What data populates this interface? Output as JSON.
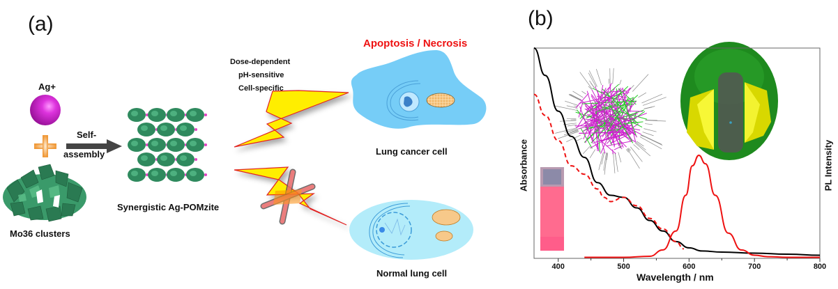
{
  "panel_a": {
    "label": "(a)",
    "ag_label": "Ag+",
    "self_assembly_line1": "Self-",
    "self_assembly_line2": "assembly",
    "mo36_label": "Mo36 clusters",
    "pomzite_label": "Synergistic Ag-POMzite",
    "properties": [
      "Dose-dependent",
      "pH-sensitive",
      "Cell-specific"
    ],
    "outcome_label": "Apoptosis / Necrosis",
    "cancer_cell_label": "Lung cancer cell",
    "normal_cell_label": "Normal lung cell",
    "colors": {
      "ag_sphere": "#cc22cc",
      "plus": "#f0a040",
      "cluster_green": "#3a9a6a",
      "bolt_yellow": "#ffee00",
      "bolt_edge": "#e02020",
      "cancer_cell": "#76cdf7",
      "normal_cell": "#b3ecfa",
      "mitochondria": "#f0b060",
      "outcome_red": "#ee1111",
      "cross": "#e06060"
    }
  },
  "panel_b": {
    "label": "(b)",
    "chart_data": {
      "type": "line",
      "title": "",
      "xlabel": "Wavelength / nm",
      "ylabel_left": "Absorbance",
      "ylabel_right": "PL Intensity",
      "xlim": [
        363,
        800
      ],
      "ylim": [
        0,
        1
      ],
      "x_ticks": [
        400,
        500,
        600,
        700,
        800
      ],
      "x_minor_ticks": [
        450,
        550,
        650,
        750
      ],
      "grid": false,
      "legend": "none",
      "y_units": "normalized (axis unlabeled)",
      "series": [
        {
          "name": "Absorbance (solid)",
          "color": "#000000",
          "style": "solid",
          "x": [
            363,
            380,
            400,
            420,
            440,
            460,
            480,
            500,
            520,
            540,
            560,
            580,
            600,
            620,
            650,
            700,
            750,
            800
          ],
          "y": [
            1.0,
            0.87,
            0.7,
            0.58,
            0.48,
            0.36,
            0.3,
            0.29,
            0.24,
            0.18,
            0.13,
            0.08,
            0.05,
            0.035,
            0.03,
            0.025,
            0.02,
            0.015
          ]
        },
        {
          "name": "Absorbance (dashed)",
          "color": "#ee1111",
          "style": "dashed",
          "x": [
            363,
            380,
            400,
            420,
            440,
            460,
            470,
            480,
            500,
            520,
            540,
            560,
            580,
            592
          ],
          "y": [
            0.78,
            0.68,
            0.56,
            0.44,
            0.4,
            0.33,
            0.29,
            0.27,
            0.29,
            0.25,
            0.19,
            0.14,
            0.08,
            0.045
          ]
        },
        {
          "name": "PL emission",
          "color": "#ee1111",
          "style": "solid",
          "x": [
            440,
            500,
            540,
            560,
            580,
            595,
            605,
            615,
            625,
            640,
            660,
            680,
            700,
            720,
            750,
            800
          ],
          "y": [
            0.005,
            0.005,
            0.01,
            0.04,
            0.13,
            0.3,
            0.44,
            0.49,
            0.45,
            0.3,
            0.12,
            0.04,
            0.015,
            0.008,
            0.005,
            0.005
          ]
        }
      ]
    }
  }
}
